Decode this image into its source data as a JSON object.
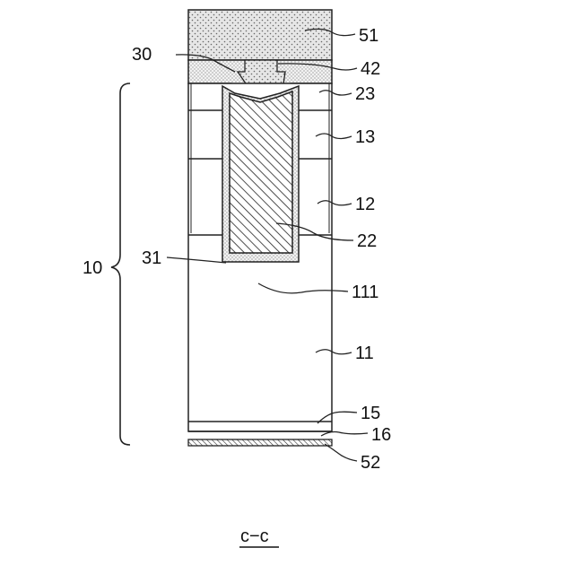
{
  "labels": {
    "l51": "51",
    "l42": "42",
    "l30": "30",
    "l23": "23",
    "l13": "13",
    "l12": "12",
    "l22": "22",
    "l31": "31",
    "l111": "111",
    "l10": "10",
    "l11": "11",
    "l15": "15",
    "l16": "16",
    "l52": "52"
  },
  "caption": "c−c"
}
